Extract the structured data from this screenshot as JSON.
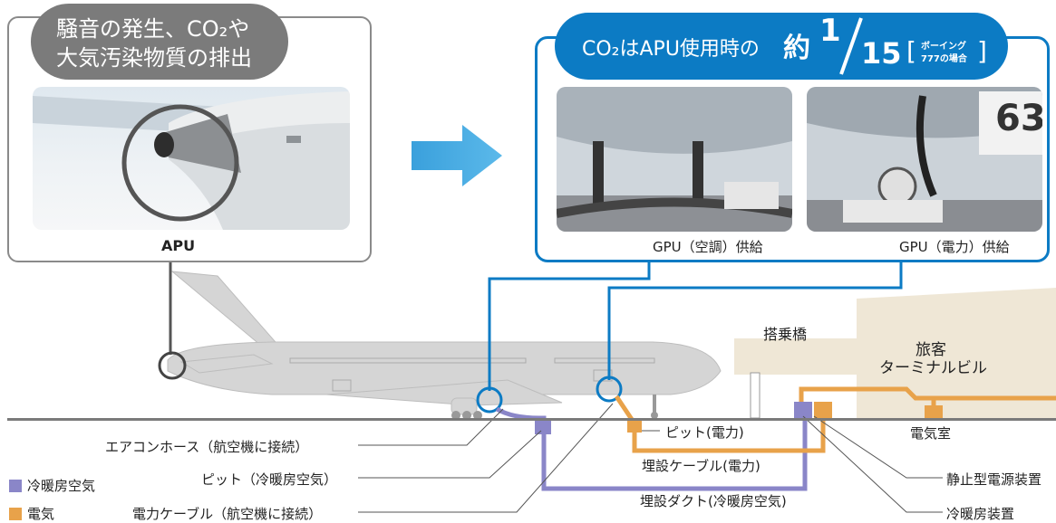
{
  "left_panel": {
    "title_line1": "騒音の発生、CO₂や",
    "title_line2": "大気汚染物質の排出",
    "photo_label": "APU"
  },
  "right_panel": {
    "title_prefix": "CO₂はAPU使用時の",
    "title_yaku": "約",
    "title_num": "1",
    "title_den": "15",
    "title_note1": "ボーイング",
    "title_note2": "777の場合",
    "photo1_label": "GPU（空調）供給",
    "photo2_label": "GPU（電力）供給",
    "sign_text": "63"
  },
  "facilities": {
    "bridge": "搭乗橋",
    "terminal_line1": "旅客",
    "terminal_line2": "ターミナルビル",
    "electric_room": "電気室"
  },
  "labels": {
    "aircon_hose": "エアコンホース（航空機に接続）",
    "pit_air": "ピット（冷暖房空気）",
    "power_cable": "電力ケーブル（航空機に接続）",
    "pit_power": "ピット(電力)",
    "buried_cable": "埋設ケーブル(電力)",
    "buried_duct": "埋設ダクト(冷暖房空気)",
    "static_power": "静止型電源装置",
    "hvac_unit": "冷暖房装置"
  },
  "legend": [
    {
      "label": "冷暖房空気",
      "color": "#8a86c8"
    },
    {
      "label": "電気",
      "color": "#e8a24a"
    }
  ],
  "colors": {
    "blue": "#0c7bc4",
    "gray": "#7b7b7b",
    "purple": "#8a86c8",
    "orange": "#e8a24a",
    "building": "#efe7d6"
  }
}
